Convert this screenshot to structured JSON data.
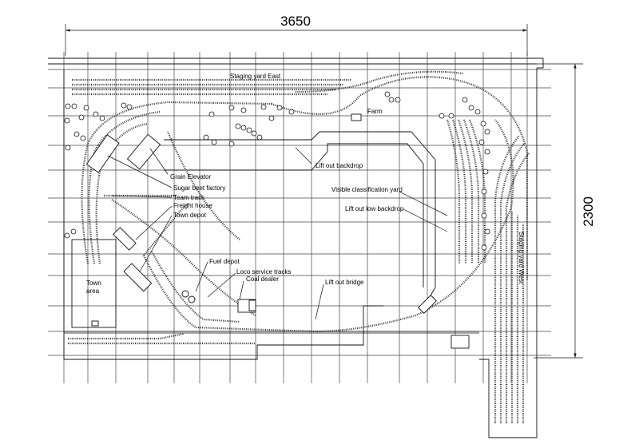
{
  "dimensions": {
    "width": "3650",
    "height": "2300"
  },
  "labels": {
    "staging_east": "Staging yard East",
    "staging_west": "Staging yard West",
    "farm": "Farm",
    "lift_out_backdrop": "Lift out backdrop",
    "grain_elevator": "Grain Elevator",
    "sugar_beet_factory": "Sugar beet factory",
    "team_track": "Team track",
    "freight_house": "Freight house",
    "town_depot": "Town depot",
    "visible_classification_yard": "Visible classification yard",
    "lift_out_low_backdrop": "Lift out low backdrop",
    "fuel_depot": "Fuel depot",
    "loco_service_tracks": "Loco service tracks",
    "coal_dealer": "Coal dealer",
    "lift_out_bridge": "Lift out bridge",
    "town_area_line1": "Town",
    "town_area_line2": "area"
  },
  "colors": {
    "line": "#111111",
    "background": "#ffffff"
  }
}
